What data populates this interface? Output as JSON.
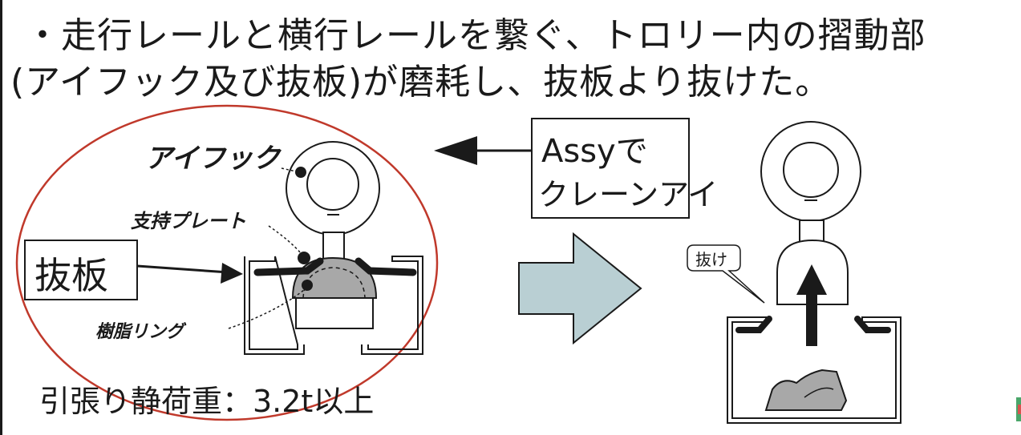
{
  "title": {
    "line1": "・走行レールと横行レールを繋ぐ、トロリー内の摺動部",
    "line2": "(アイフック及び抜板)が磨耗し、抜板より抜けた。"
  },
  "labels": {
    "eye_hook": "アイフック",
    "assy_line1": "Assyで",
    "assy_line2": "クレーンアイ",
    "support_plate": "支持プレート",
    "plate": "抜板",
    "resin_ring": "樹脂リング",
    "tensile_load": "引張り静荷重：3.2t以上",
    "pulled_out": "抜け"
  },
  "colors": {
    "ellipse": "#c0392b",
    "ink": "#1a1a1a",
    "arrow_fill": "#b9cfd3",
    "gray_part": "#a8a8a8"
  }
}
